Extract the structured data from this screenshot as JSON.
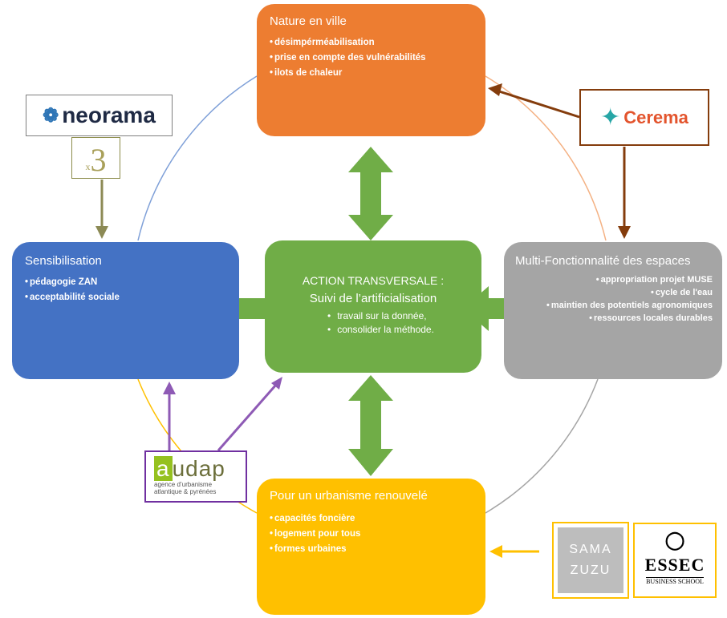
{
  "boxes": {
    "top": {
      "title": "Nature en ville",
      "items": [
        "désimpérméabilisation",
        "prise en compte des vulnérabilités",
        "ilots de chaleur"
      ]
    },
    "left": {
      "title": "Sensibilisation",
      "items": [
        "pédagogie ZAN",
        "acceptabilité sociale"
      ]
    },
    "right": {
      "title": "Multi-Fonctionnalité des espaces",
      "items": [
        "appropriation projet MUSE",
        "cycle de l'eau",
        "maintien des potentiels agronomiques",
        "ressources locales durables"
      ]
    },
    "bottom": {
      "title": "Pour un urbanisme renouvelé",
      "items": [
        "capacités foncière",
        "logement pour tous",
        "formes urbaines"
      ]
    },
    "center": {
      "title_line1": "ACTION TRANSVERSALE  :",
      "title_line2": "Suivi de l’artificialisation",
      "items": [
        "travail sur la donnée,",
        "consolider la méthode."
      ]
    }
  },
  "logos": {
    "neorama": "neorama",
    "x3": "3",
    "x3_prefix": "x",
    "cerema": "Cerema",
    "audap_letter": "a",
    "audap_rest": "udap",
    "audap_sub": "agence d’urbanisme atlantique & pyrénées",
    "sama_line1": "SAMA",
    "sama_line2": "ZUZU",
    "essec_name": "ESSEC",
    "essec_sub": "BUSINESS SCHOOL"
  },
  "colors": {
    "nature": "#ed7d31",
    "sensibilisation": "#4472c4",
    "multifonction": "#a5a5a5",
    "urbanisme": "#ffc000",
    "center": "#70ad47",
    "arrow_green": "#70ad47",
    "arrow_cerema": "#843c0c",
    "arrow_audap": "#8e5ab5",
    "arrow_neorama": "#8c8a55",
    "arrow_essec": "#ffc000"
  }
}
